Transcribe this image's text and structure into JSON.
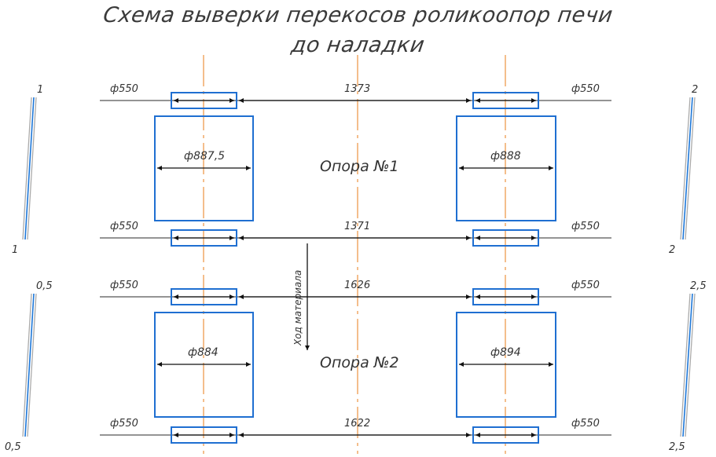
{
  "title": {
    "line1": "Схема выверки перекосов роликоопор печи",
    "line2": "до наладки"
  },
  "flow_label": "Ход материала",
  "colors": {
    "roller": "#1f6fd1",
    "centerline": "#f0a866",
    "line": "#333333",
    "skew": "#1f78d8",
    "frame": "#aaaaaa"
  },
  "supports": [
    {
      "name": "Опора №1",
      "top_diameter_left": "ф550",
      "top_diameter_right": "ф550",
      "top_distance": "1373",
      "left_tire": "ф887,5",
      "right_tire": "ф888",
      "bottom_diameter_left": "ф550",
      "bottom_diameter_right": "ф550",
      "bottom_distance": "1371"
    },
    {
      "name": "Опора №2",
      "top_diameter_left": "ф550",
      "top_diameter_right": "ф550",
      "top_distance": "1626",
      "left_tire": "ф884",
      "right_tire": "ф894",
      "bottom_diameter_left": "ф550",
      "bottom_diameter_right": "ф550",
      "bottom_distance": "1622"
    }
  ],
  "skew_marks": {
    "left_support1_top": "1",
    "left_support1_bottom": "1",
    "right_support1_top": "2",
    "right_support1_bottom": "2",
    "left_support2_top": "0,5",
    "left_support2_bottom": "0,5",
    "right_support2_top": "2,5",
    "right_support2_bottom": "2,5"
  }
}
